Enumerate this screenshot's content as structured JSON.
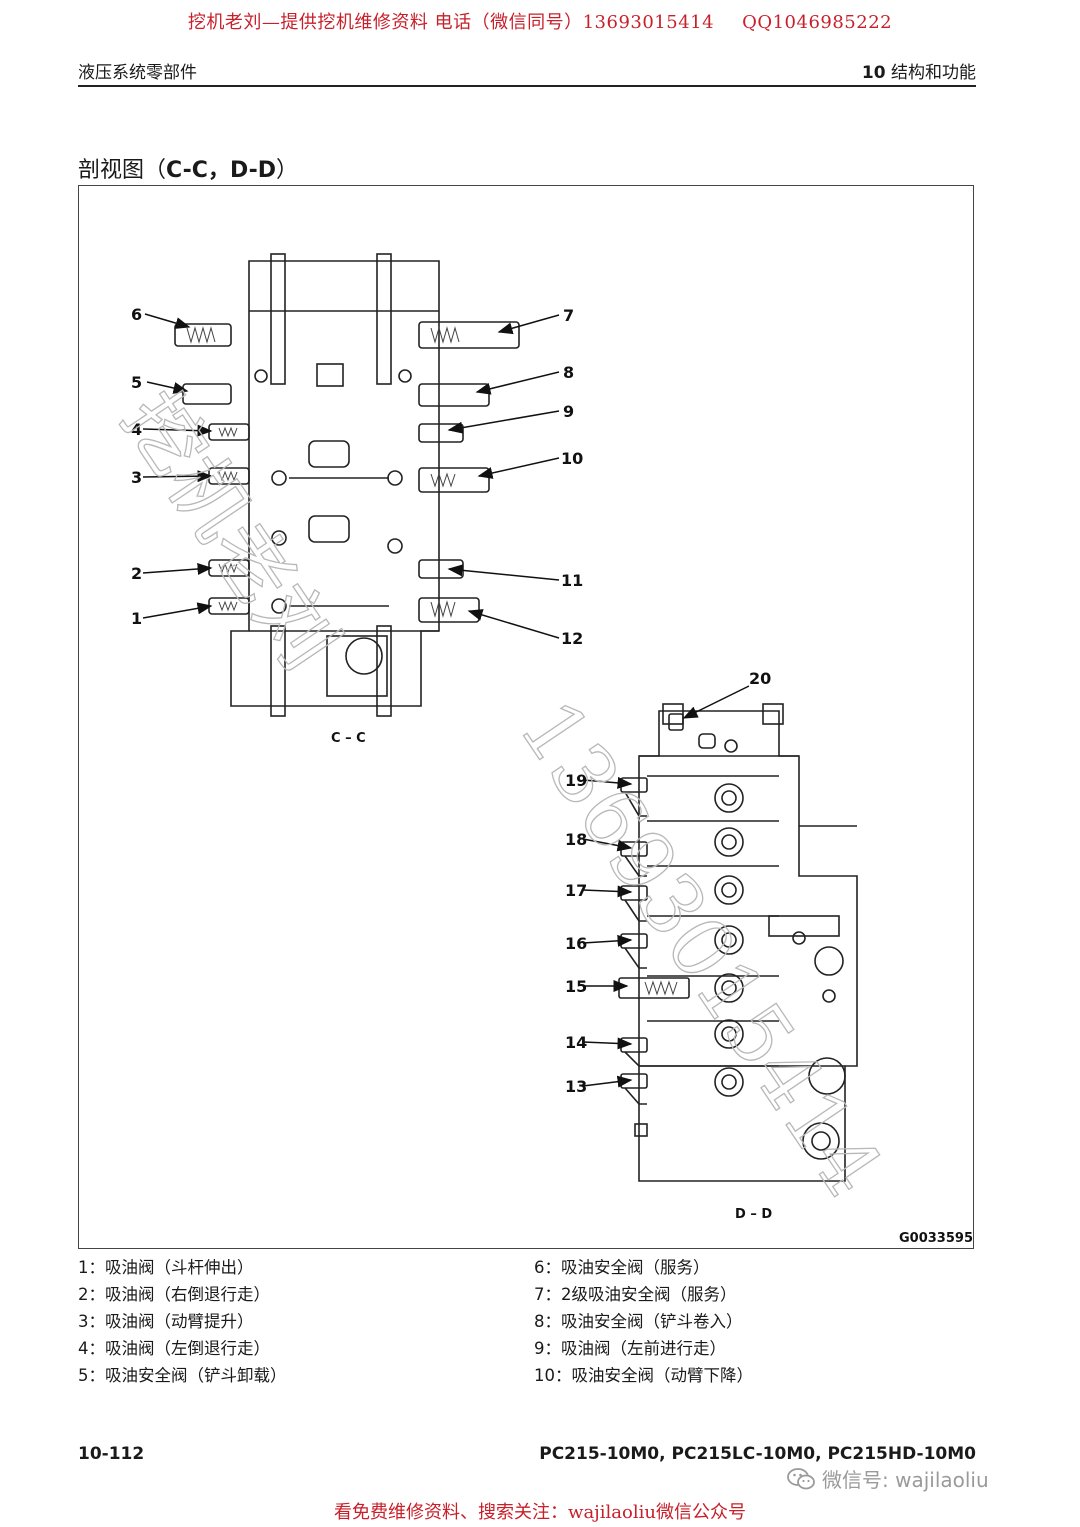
{
  "banner": {
    "text": "挖机老刘—提供挖机维修资料 电话（微信同号）13693015414",
    "qq": "QQ1046985222"
  },
  "header": {
    "left": "液压系统零部件",
    "right_num": "10",
    "right_text": "结构和功能"
  },
  "section_title": {
    "prefix": "剖视图（",
    "bold": "C-C，D-D",
    "suffix": "）"
  },
  "figure": {
    "view_cc": "C – C",
    "view_dd": "D – D",
    "code": "G0033595",
    "callouts": [
      "1",
      "2",
      "3",
      "4",
      "5",
      "6",
      "7",
      "8",
      "9",
      "10",
      "11",
      "12",
      "13",
      "14",
      "15",
      "16",
      "17",
      "18",
      "19",
      "20"
    ],
    "watermark_name": "挖机老刘",
    "watermark_phone": "13693015414"
  },
  "legend": {
    "left": [
      "1：吸油阀（斗杆伸出）",
      "2：吸油阀（右倒退行走）",
      "3：吸油阀（动臂提升）",
      "4：吸油阀（左倒退行走）",
      "5：吸油安全阀（铲斗卸载）"
    ],
    "right": [
      "6：吸油安全阀（服务）",
      "7：2级吸油安全阀（服务）",
      "8：吸油安全阀（铲斗卷入）",
      "9：吸油阀（左前进行走）",
      "10：吸油安全阀（动臂下降）"
    ]
  },
  "footer": {
    "page": "10-112",
    "models": "PC215-10M0, PC215LC-10M0, PC215HD-10M0",
    "wechat": "微信号: wajilaoliu",
    "note": "看免费维修资料、搜索关注：wajilaoliu微信公众号"
  }
}
